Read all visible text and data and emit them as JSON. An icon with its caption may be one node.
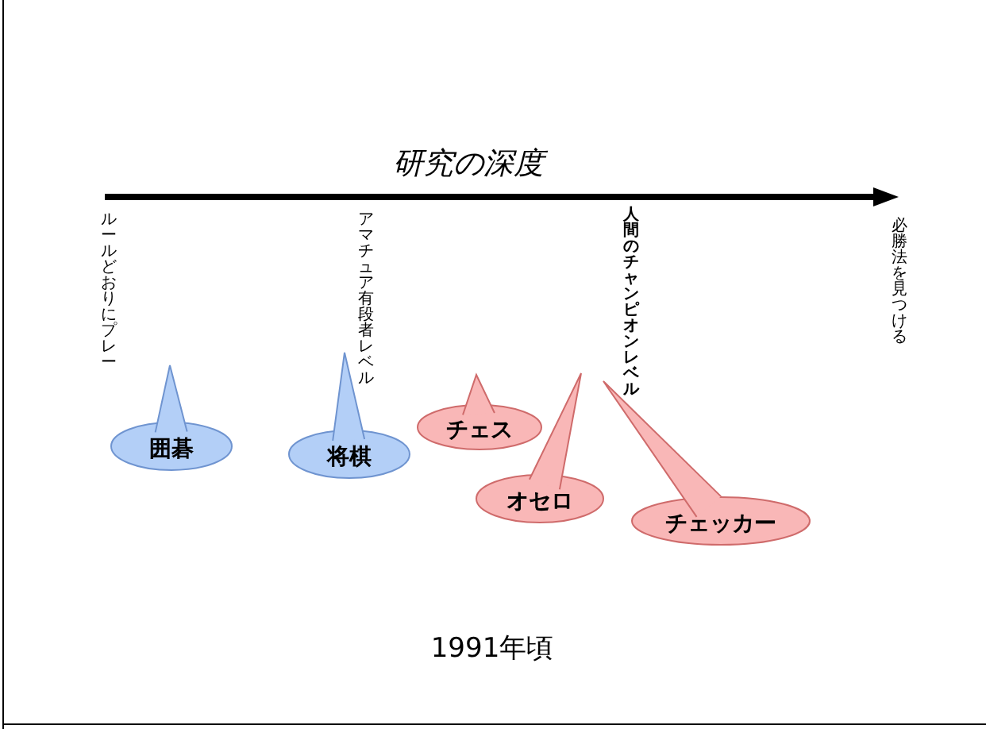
{
  "diagram": {
    "caption": "1991年頃",
    "nodes": [
      {
        "text": [
          "囲碁"
        ]
      },
      {
        "text": [
          "将棋"
        ]
      },
      {
        "text": [
          "チェス"
        ]
      },
      {
        "text": [
          "オセロ"
        ]
      },
      {
        "text": [
          "チェッカー"
        ]
      }
    ],
    "labels": [
      "研究の深度",
      "ルールどおりにプレー",
      "アマチュア有段者レベル",
      "人間のチャンピオンレベル",
      "必勝法を見つける"
    ]
  }
}
